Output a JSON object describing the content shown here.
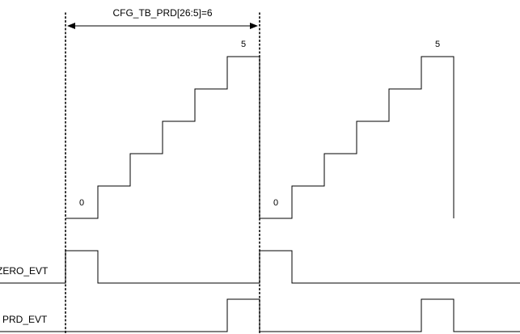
{
  "colors": {
    "line": "#000000",
    "background": "#ffffff"
  },
  "period": {
    "label": "CFG_TB_PRD[26:5]=6"
  },
  "counter": {
    "count_values": [
      0,
      1,
      2,
      3,
      4,
      5
    ],
    "period_1": {
      "start_label": "0",
      "end_label": "5"
    },
    "period_2": {
      "start_label": "0",
      "end_label": "5"
    }
  },
  "signals": {
    "zero_evt": {
      "label": "ZERO_EVT",
      "pulses_at_count": [
        0
      ]
    },
    "prd_evt": {
      "label": "PRD_EVT",
      "pulses_at_count": [
        5
      ]
    }
  }
}
